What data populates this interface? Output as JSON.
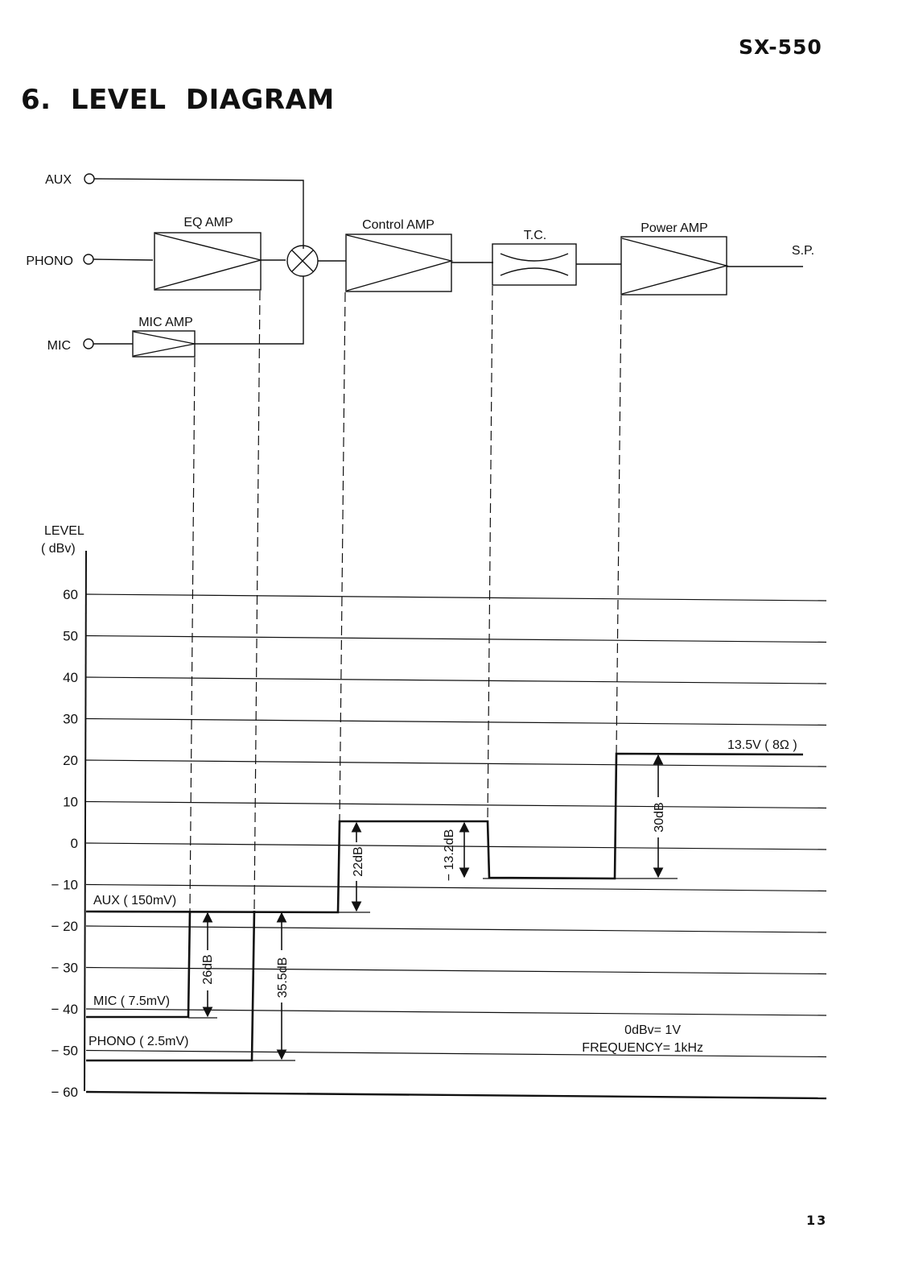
{
  "header": {
    "model": "SX-550",
    "title": "6. LEVEL DIAGRAM"
  },
  "block_diagram": {
    "inputs": [
      "AUX",
      "PHONO",
      "MIC"
    ],
    "blocks": [
      "EQ AMP",
      "MIC AMP",
      "Control AMP",
      "T.C.",
      "Power AMP"
    ],
    "output": "S.P."
  },
  "level_chart": {
    "axis_label_line1": "LEVEL",
    "axis_label_line2": "( dBv)",
    "ticks": [
      "60",
      "50",
      "40",
      "30",
      "20",
      "10",
      "0",
      "− 10",
      "− 20",
      "− 30",
      "− 40",
      "− 50",
      "− 60"
    ],
    "signals": {
      "aux": "AUX ( 150mV)",
      "mic": "MIC ( 7.5mV)",
      "phono": "PHONO ( 2.5mV)",
      "output": "13.5V ( 8Ω )"
    },
    "gains": {
      "mic_amp": "26dB",
      "eq_amp": "35.5dB",
      "control_amp": "22dB",
      "tone_control": "− 13.2dB",
      "power_amp": "30dB"
    },
    "notes": [
      "0dBv= 1V",
      "FREQUENCY= 1kHz"
    ]
  },
  "footer": {
    "page": "13"
  }
}
